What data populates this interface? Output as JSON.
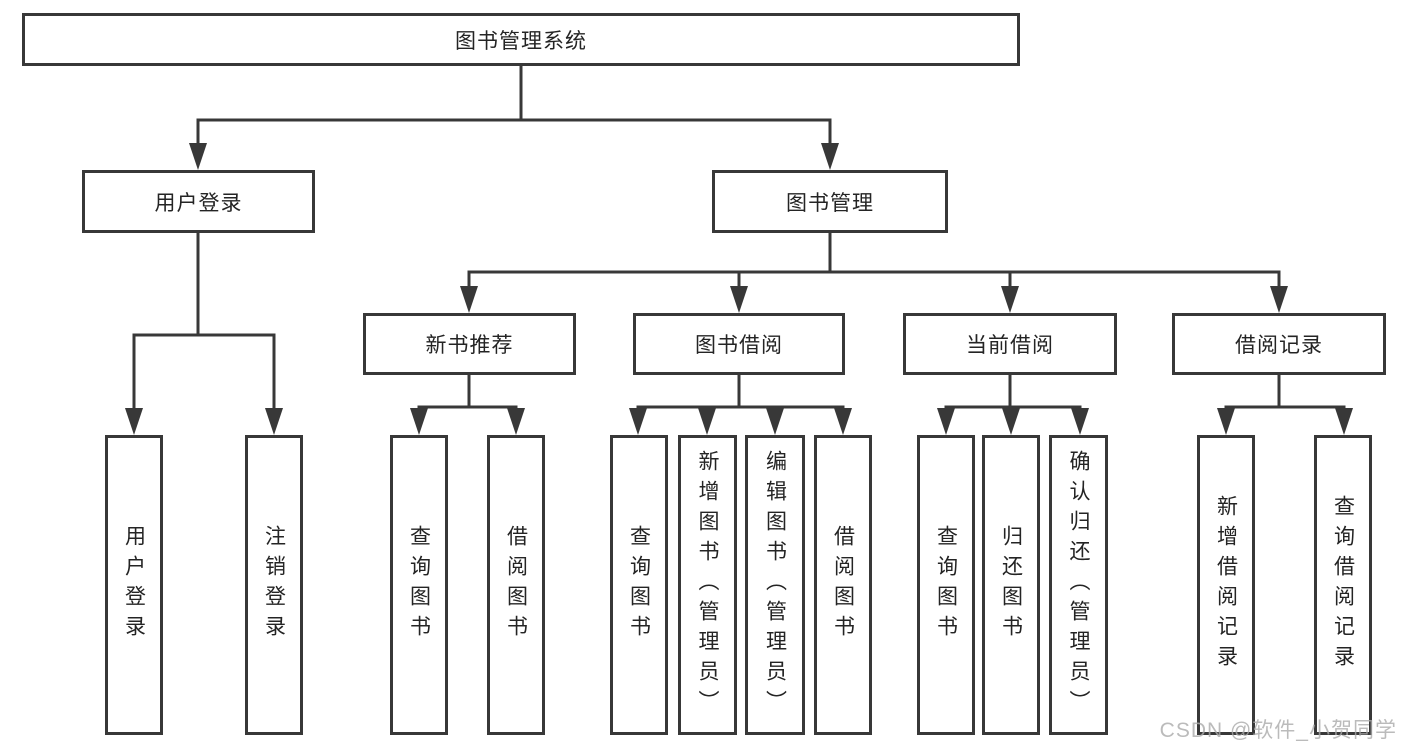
{
  "colors": {
    "background": "#ffffff",
    "line": "#383838",
    "box_border": "#383838",
    "text": "#242424",
    "watermark": "#aaaaaa"
  },
  "watermark": {
    "text": "CSDN @软件_小贺同学"
  },
  "diagram": {
    "title": "图书管理系统",
    "branches": [
      {
        "label": "用户登录",
        "children": [
          {
            "label": "用户登录"
          },
          {
            "label": "注销登录"
          }
        ]
      },
      {
        "label": "图书管理",
        "children": [
          {
            "label": "新书推荐",
            "children": [
              {
                "label": "查询图书"
              },
              {
                "label": "借阅图书"
              }
            ]
          },
          {
            "label": "图书借阅",
            "children": [
              {
                "label": "查询图书"
              },
              {
                "label": "新增图书（管理员）"
              },
              {
                "label": "编辑图书（管理员）"
              },
              {
                "label": "借阅图书"
              }
            ]
          },
          {
            "label": "当前借阅",
            "children": [
              {
                "label": "查询图书"
              },
              {
                "label": "归还图书"
              },
              {
                "label": "确认归还（管理员）"
              }
            ]
          },
          {
            "label": "借阅记录",
            "children": [
              {
                "label": "新增借阅记录"
              },
              {
                "label": "查询借阅记录"
              }
            ]
          }
        ]
      }
    ]
  }
}
